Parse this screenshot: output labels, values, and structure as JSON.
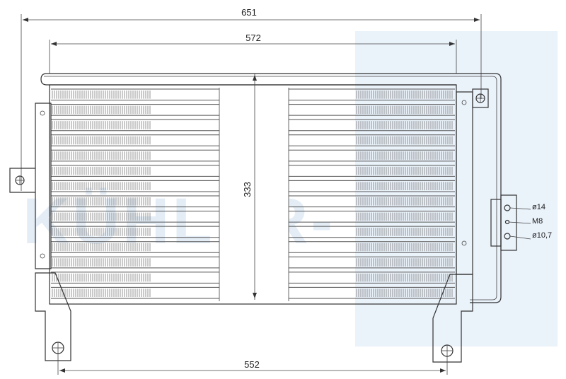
{
  "dimensions": {
    "overall_width": "651",
    "core_width": "572",
    "core_height": "333",
    "mount_span": "552"
  },
  "ports": {
    "port_1": "ø14",
    "port_2": "M8",
    "port_3": "ø10,7"
  },
  "watermark": "KÜHLER-",
  "colors": {
    "line": "#333333",
    "watermark_box": "#dceaf6",
    "watermark_text": "#cfe0ef"
  }
}
